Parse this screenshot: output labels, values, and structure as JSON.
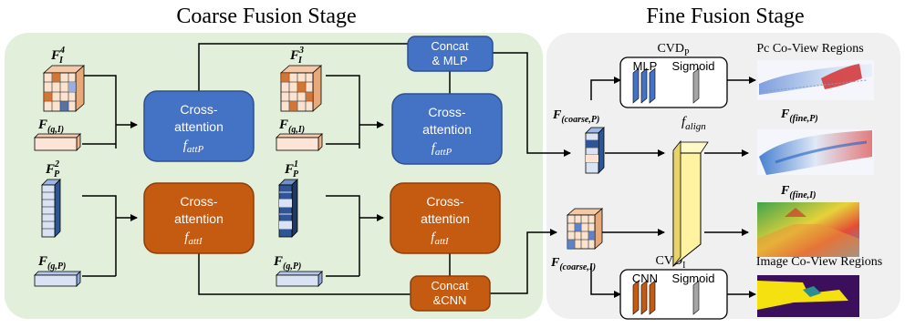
{
  "titles": {
    "coarse": "Coarse Fusion Stage",
    "fine": "Fine Fusion Stage"
  },
  "inputs": {
    "f_i4": {
      "base": "F",
      "sub": "I",
      "sup": "4"
    },
    "f_gi_top": {
      "base": "F",
      "sub": "(g,I)"
    },
    "f_p2": {
      "base": "F",
      "sub": "P",
      "sup": "2"
    },
    "f_gp_bottom": {
      "base": "F",
      "sub": "(g,P)"
    },
    "f_i3": {
      "base": "F",
      "sub": "I",
      "sup": "3"
    },
    "f_gi_mid": {
      "base": "F",
      "sub": "(g,I)"
    },
    "f_p1": {
      "base": "F",
      "sub": "P",
      "sup": "1"
    },
    "f_gp_mid": {
      "base": "F",
      "sub": "(g,P)"
    }
  },
  "attention_blocks": {
    "p1": {
      "line1": "Cross-",
      "line2": "attention",
      "func": "f",
      "func_sub": "attP"
    },
    "p2": {
      "line1": "Cross-",
      "line2": "attention",
      "func": "f",
      "func_sub": "attP"
    },
    "i1": {
      "line1": "Cross-",
      "line2": "attention",
      "func": "f",
      "func_sub": "attI"
    },
    "i2": {
      "line1": "Cross-",
      "line2": "attention",
      "func": "f",
      "func_sub": "attI"
    }
  },
  "concat_blocks": {
    "mlp": {
      "line1": "Concat",
      "line2": "& MLP"
    },
    "cnn": {
      "line1": "Concat",
      "line2": "&CNN"
    }
  },
  "fine": {
    "cvd_p": {
      "base": "CVD",
      "sub": "P"
    },
    "cvd_i": {
      "base": "CVD",
      "sub": "I"
    },
    "mlp_label": "MLP",
    "cnn_label": "CNN",
    "sigmoid_top": "Sigmoid",
    "sigmoid_bottom": "Sigmoid",
    "f_coarse_p": {
      "base": "F",
      "sub": "(coarse,P)"
    },
    "f_coarse_i": {
      "base": "F",
      "sub": "(coarse,I)"
    },
    "f_align": {
      "base": "f",
      "sub": "align"
    },
    "f_fine_p": {
      "base": "F",
      "sub": "(fine,P)"
    },
    "f_fine_i": {
      "base": "F",
      "sub": "(fine,I)"
    },
    "pc_regions_label": "Pc Co-View Regions",
    "image_regions_label": "Image Co-View Regions"
  },
  "colors": {
    "coarse_panel": "#e2efda",
    "fine_panel": "#f0f0f0",
    "point_branch": "#4472c4",
    "image_branch": "#c55a11",
    "f_align_fill": "#fff2a0"
  }
}
